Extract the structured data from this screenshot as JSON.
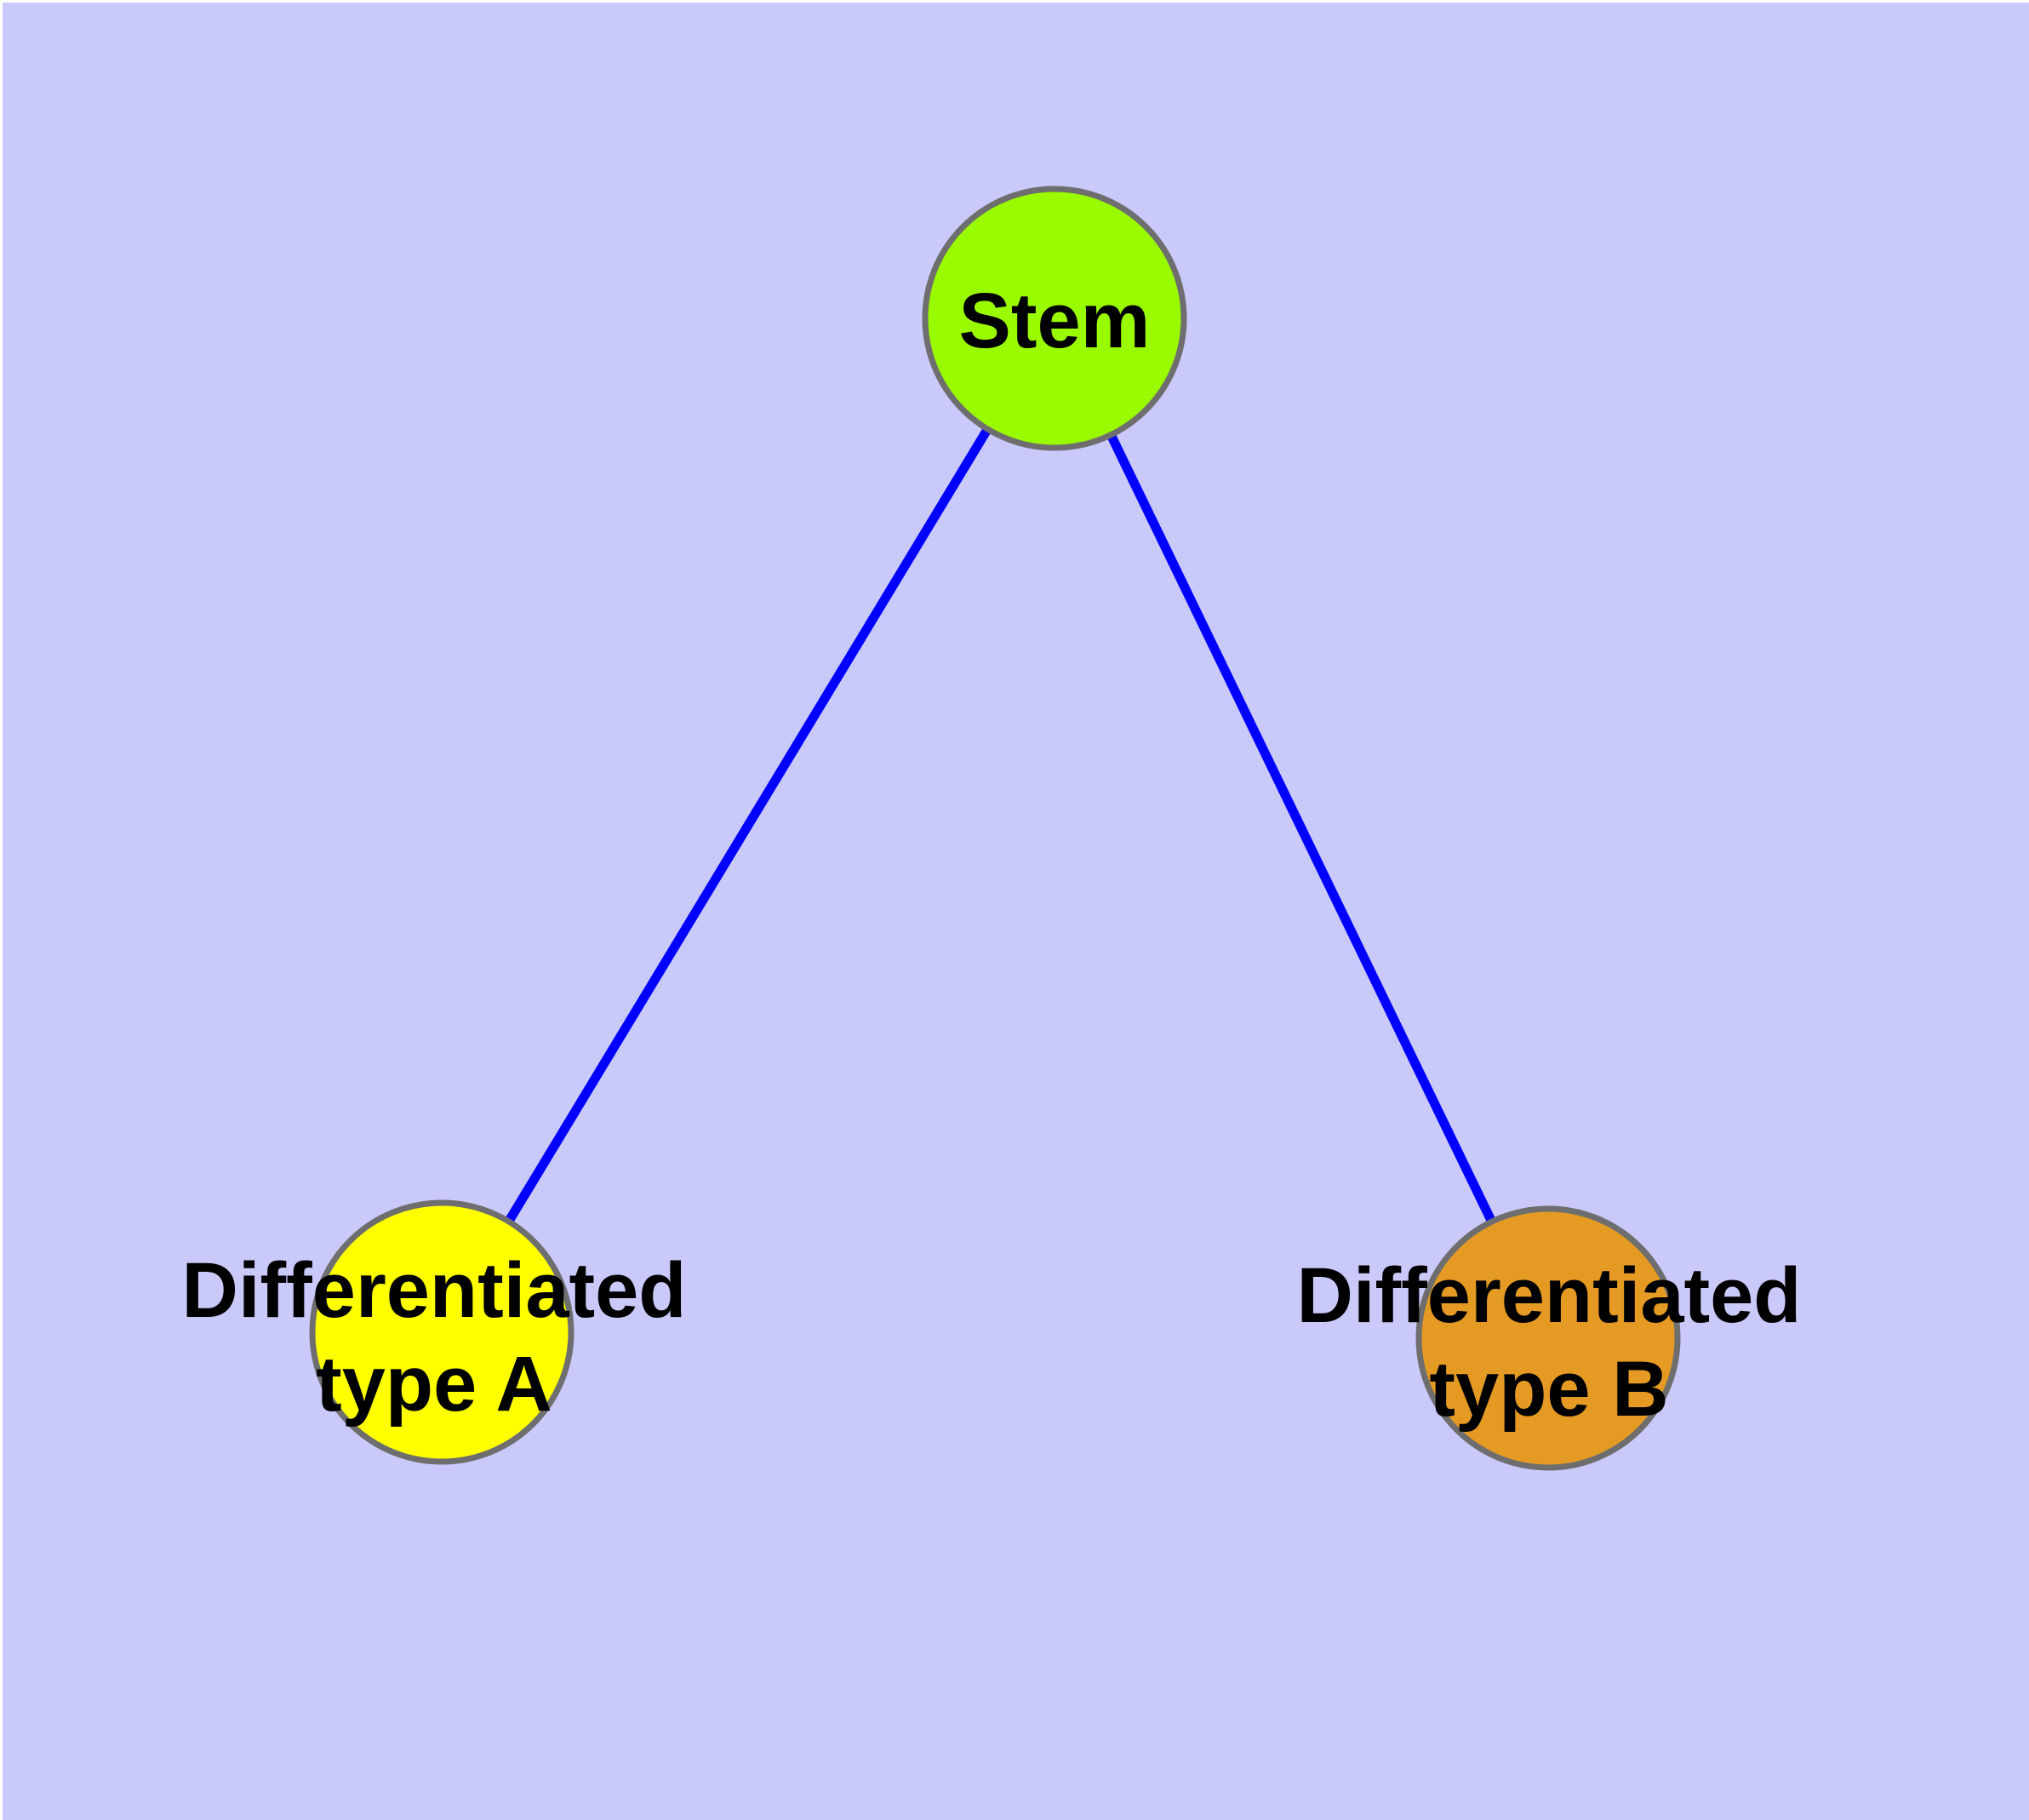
{
  "canvas": {
    "margin_color": "#FFFFFF",
    "background": "#C9C9FA"
  },
  "graph": {
    "edge_color": "#0000FF",
    "node_border_color": "#6E6E6E",
    "text_color": "#000000",
    "nodes": {
      "stem": {
        "label": "Stem",
        "fill": "#9AFB00"
      },
      "type_a": {
        "label_line1": "Differentiated",
        "label_line2": "type A",
        "fill": "#FFFF00"
      },
      "type_b": {
        "label_line1": "Differentiated",
        "label_line2": "type B",
        "fill": "#E59B23"
      }
    },
    "edges": [
      {
        "from": "Stem",
        "to": "Differentiated type A"
      },
      {
        "from": "Stem",
        "to": "Differentiated type B"
      }
    ]
  }
}
